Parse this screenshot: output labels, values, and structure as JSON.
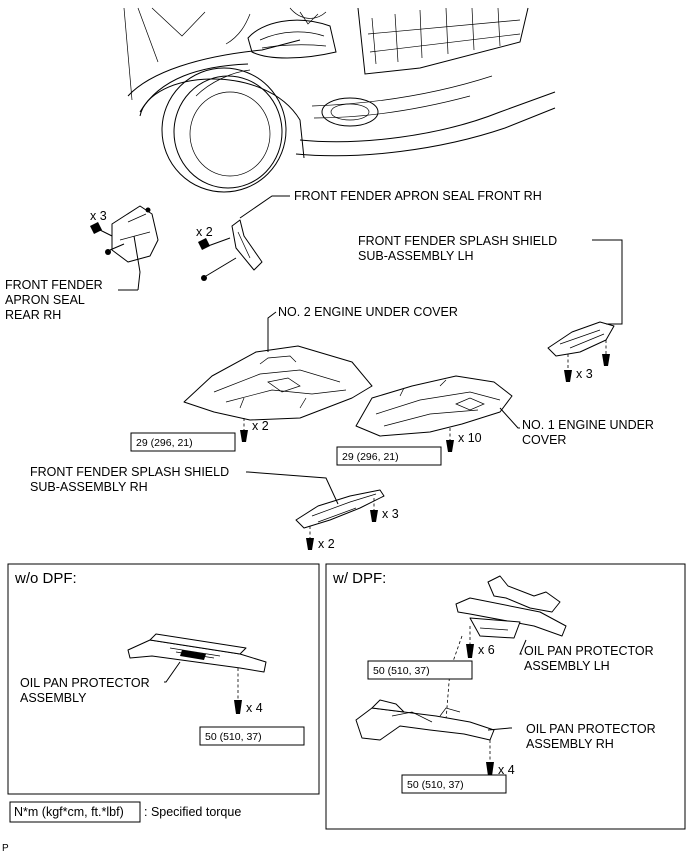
{
  "labels": {
    "apron_seal_front_rh": "FRONT FENDER APRON SEAL FRONT RH",
    "splash_shield_lh_1": "FRONT FENDER SPLASH SHIELD",
    "splash_shield_lh_2": "SUB-ASSEMBLY LH",
    "apron_seal_rear_1": "FRONT FENDER",
    "apron_seal_rear_2": "APRON SEAL",
    "apron_seal_rear_3": "REAR RH",
    "no2_under_cover": "NO. 2 ENGINE UNDER COVER",
    "no1_under_cover_1": "NO. 1 ENGINE UNDER",
    "no1_under_cover_2": "COVER",
    "splash_shield_rh_1": "FRONT FENDER SPLASH SHIELD",
    "splash_shield_rh_2": "SUB-ASSEMBLY RH",
    "oil_pan_protector_1": "OIL PAN PROTECTOR",
    "oil_pan_protector_2": "ASSEMBLY",
    "oil_pan_protector_lh_1": "OIL PAN PROTECTOR",
    "oil_pan_protector_lh_2": "ASSEMBLY LH",
    "oil_pan_protector_rh_1": "OIL PAN PROTECTOR",
    "oil_pan_protector_rh_2": "ASSEMBLY RH"
  },
  "quantities": {
    "rear_seal_clips": "x 3",
    "front_seal_clips": "x 2",
    "splash_lh_bolts": "x 3",
    "no2_cover_bolts": "x 2",
    "no1_cover_bolts": "x 10",
    "splash_rh_bolts_a": "x 3",
    "splash_rh_bolts_b": "x 2",
    "wo_dpf_bolts": "x 4",
    "w_dpf_lh_bolts": "x 6",
    "w_dpf_rh_bolts": "x 4"
  },
  "torques": {
    "no2_cover": "29 (296, 21)",
    "no1_cover": "29 (296, 21)",
    "wo_dpf": "50 (510, 37)",
    "w_dpf_lh": "50 (510, 37)",
    "w_dpf_rh": "50 (510, 37)"
  },
  "panels": {
    "without_dpf": "w/o DPF:",
    "with_dpf": "w/ DPF:"
  },
  "legend": {
    "unit": "N*m (kgf*cm, ft.*lbf)",
    "meaning": ": Specified torque"
  },
  "corner_mark": "P"
}
